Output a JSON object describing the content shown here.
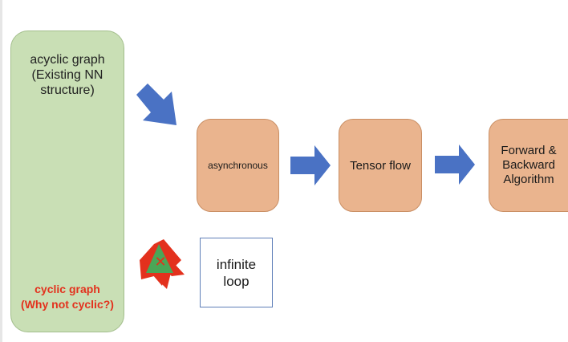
{
  "left_panel": {
    "acyclic_text": "acyclic graph\n(Existing NN\nstructure)",
    "cyclic_text": "cyclic graph\n(Why not cyclic?)"
  },
  "boxes": {
    "asynchronous": "asynchronous",
    "tensor_flow": "Tensor flow",
    "forward_backward": "Forward &\nBackward\nAlgorithm"
  },
  "loop_box": "infinite\nloop",
  "colors": {
    "panel_green": "#c9dfb5",
    "box_orange": "#eab48e",
    "arrow_blue": "#4a72c4",
    "cyclic_red": "#e3311d",
    "triangle_green": "#4aa657"
  },
  "icons": [
    "diagonal-arrow-icon",
    "right-arrow-icon",
    "crossed-cycle-icon"
  ]
}
